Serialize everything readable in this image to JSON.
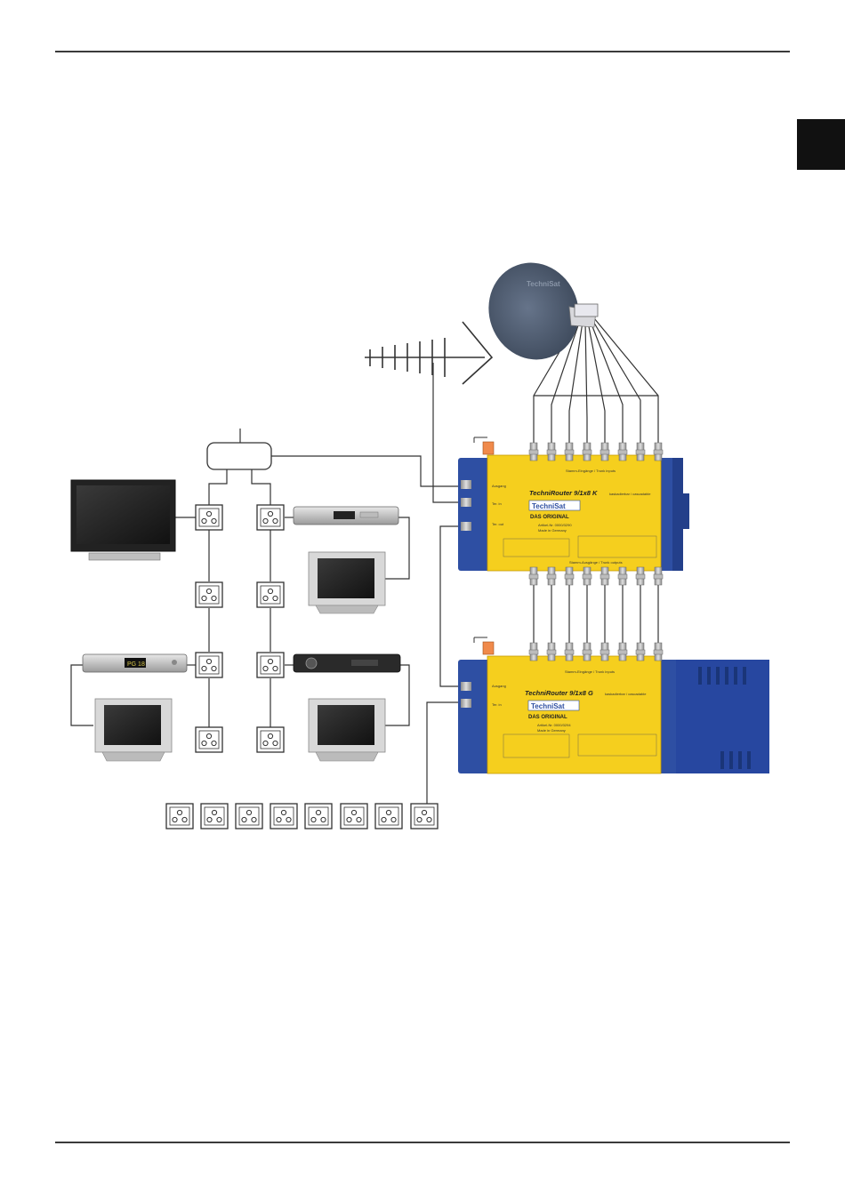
{
  "devices": {
    "router_top": {
      "product": "TechniRouter 9/1x8 K",
      "suffix": "kaskadierbar / cascadable",
      "brand": "TechniSat",
      "tagline": "DAS ORIGINAL",
      "article": "Artikel-Nr. 0000/3290",
      "made_in": "Made in Germany",
      "labels": [
        "Ausgang",
        "Ter. in",
        "Ter. out"
      ],
      "bottom_caption": "Stamm-Ausgänge / Trunk outputs",
      "top_caption": "Stamm-Eingänge / Trunk inputs"
    },
    "router_bottom": {
      "product": "TechniRouter 9/1x8 G",
      "suffix": "kaskadierbar / cascadable",
      "brand": "TechniSat",
      "tagline": "DAS ORIGINAL",
      "article": "Artikel-Nr. 0000/3294",
      "made_in": "Made in Germany",
      "labels": [
        "Ausgang",
        "Ter. in"
      ],
      "top_caption": "Stamm-Eingänge / Trunk inputs"
    },
    "receiver_left_display": "PG 18",
    "dish_brand": "TechniSat"
  },
  "colors": {
    "router_body": "#f5cf1e",
    "router_frame": "#2e4fa3",
    "psu_body": "#2747a0",
    "cable": "#333333",
    "dish": "#4d5a6e"
  }
}
